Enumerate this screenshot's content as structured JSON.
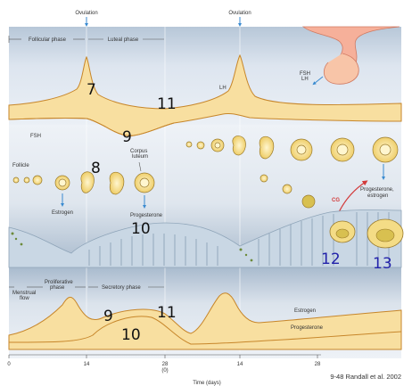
{
  "labels": {
    "ovulation_left": "Ovulation",
    "ovulation_right": "Ovulation",
    "follicular_phase": "Follicular phase",
    "luteal_phase": "Luteal phase",
    "fsh_lh_pituitary": "FSH\nLH",
    "lh": "LH",
    "fsh": "FSH",
    "follicle": "Follicle",
    "corpus_luteum": "Corpus\nluteum",
    "estrogen": "Estrogen",
    "progesterone": "Progesterone",
    "cg": "CG",
    "progesterone_estrogen": "Progesterone,\nestrogen",
    "menstrual_flow": "Menstrual\nflow",
    "proliferative_phase": "Proliferative\nphase",
    "secretory_phase": "Secretory phase",
    "estrogen_curve": "Estrogen",
    "progesterone_curve": "Progesterone",
    "time_axis": "Time (days)",
    "citation": "9-48  Randall et al. 2002"
  },
  "annotations": {
    "n7": "7",
    "n11_top": "11",
    "n9_top": "9",
    "n8": "8",
    "n10_top": "10",
    "n12": "12",
    "n13": "13",
    "n9_bottom": "9",
    "n11_bottom": "11",
    "n10_bottom": "10"
  },
  "axis": {
    "ticks": [
      "0",
      "14",
      "28",
      "14",
      "28"
    ],
    "sub_tick": "(0)"
  },
  "colors": {
    "band_light": "#dce4ee",
    "band_dark": "#a9bcd0",
    "hormone_fill": "#f8dfa0",
    "hormone_stroke": "#c7862a",
    "follicle_fill": "#f4dc86",
    "follicle_stroke": "#9a7a2a",
    "arrow_blue": "#3a8ad0",
    "cg_red": "#d23a3a",
    "annotation_blue": "#2222aa"
  }
}
